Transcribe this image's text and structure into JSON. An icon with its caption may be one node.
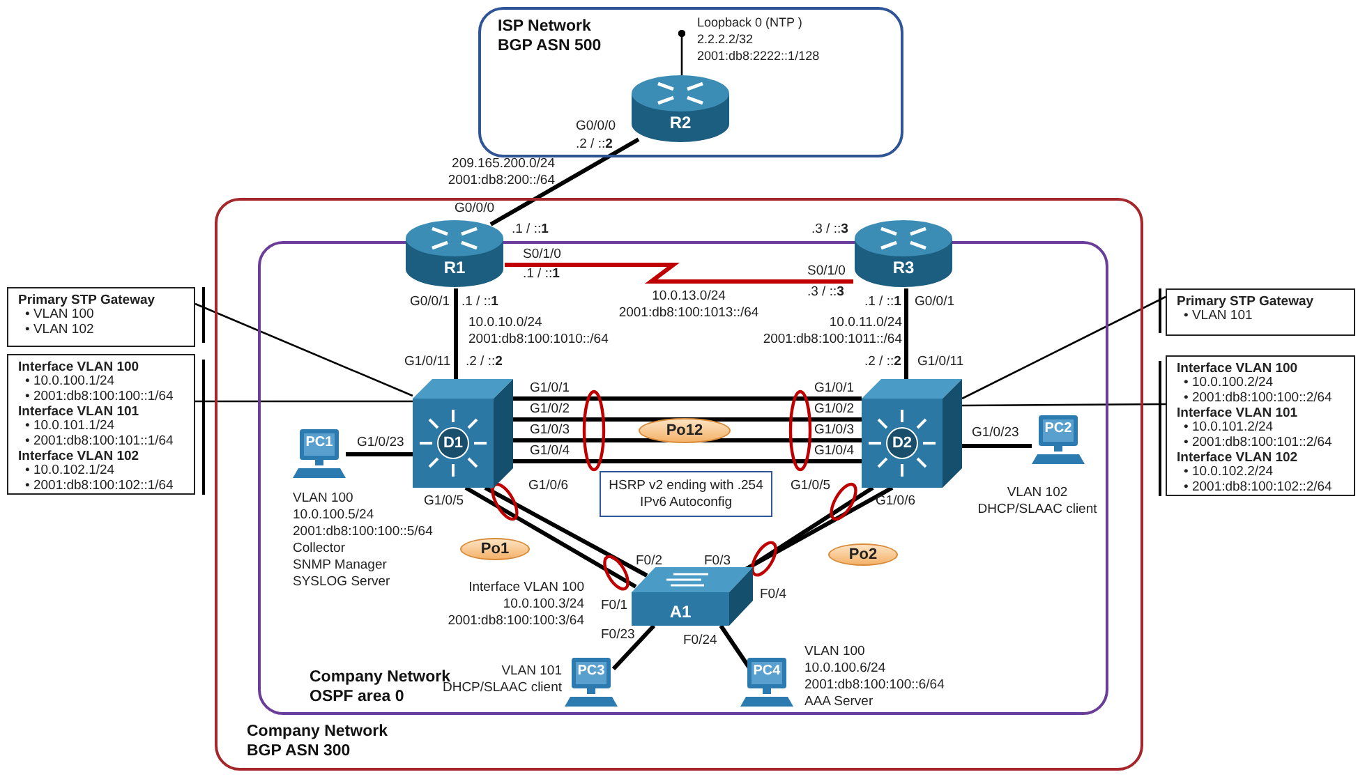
{
  "diagram": {
    "nodes": [
      {
        "text": [
          "ISP Network BGP ASN 500"
        ]
      },
      {
        "text": [
          "R2"
        ],
        "in": 0
      },
      {
        "text": [
          "Loopback 0 (NTP )",
          "2.2.2.2/32",
          "2001:db8:2222::1/128"
        ],
        "in": 0
      },
      {
        "text": [
          "Company Network BGP ASN 300"
        ]
      },
      {
        "text": [
          "Company Network OSPF area 0"
        ],
        "in": 3
      },
      {
        "text": [
          "R1"
        ],
        "in": 4
      },
      {
        "text": [
          "R3"
        ],
        "in": 4
      },
      {
        "text": [
          "D1"
        ],
        "in": 4
      },
      {
        "text": [
          "D2"
        ],
        "in": 4
      },
      {
        "text": [
          "PC1"
        ],
        "in": 4,
        "beside": [
          "VLAN 100",
          "10.0.100.5/24",
          "2001:db8:100:100::5/64",
          "Collector",
          "SNMP Manager",
          "SYSLOG Server"
        ]
      },
      {
        "text": [
          "PC2"
        ],
        "in": 4,
        "beside": [
          "VLAN 102",
          "DHCP/SLAAC client"
        ]
      },
      {
        "text": [
          "Po12"
        ],
        "in": 4
      },
      {
        "text": [
          "HSRP v2 ending with .254",
          "IPv6 Autoconfig"
        ],
        "in": 4
      },
      {
        "text": [
          "Po1"
        ],
        "in": 4
      },
      {
        "text": [
          "Po2"
        ],
        "in": 4
      },
      {
        "text": [
          "A1"
        ],
        "in": 4,
        "beside": [
          "Interface VLAN 100",
          "10.0.100.3/24",
          "2001:db8:100:100:3/64"
        ]
      },
      {
        "text": [
          "PC3"
        ],
        "in": 4,
        "beside": [
          "VLAN 101",
          "DHCP/SLAAC client"
        ]
      },
      {
        "text": [
          "PC4"
        ],
        "in": 4,
        "beside": [
          "VLAN 100",
          "10.0.100.6/24",
          "2001:db8:100:100::6/64",
          "AAA Server"
        ]
      },
      {
        "text": [
          "Primary STP Gateway",
          "• VLAN 100",
          "• VLAN 102"
        ]
      },
      {
        "text": [
          "Interface VLAN 100",
          "• 10.0.100.1/24",
          "• 2001:db8:100:100::1/64",
          "Interface VLAN 101",
          "• 10.0.101.1/24",
          "• 2001:db8:100:101::1/64",
          "Interface VLAN 102",
          "• 10.0.102.1/24",
          "• 2001:db8:100:102::1/64"
        ]
      },
      {
        "text": [
          "Primary STP Gateway",
          "• VLAN 101"
        ]
      },
      {
        "text": [
          "Interface VLAN 100",
          "• 10.0.100.2/24",
          "• 2001:db8:100:100::2/64",
          "Interface VLAN 101",
          "• 10.0.101.2/24",
          "• 2001:db8:100:101::2/64",
          "Interface VLAN 102",
          "• 10.0.102.2/24",
          "• 2001:db8:100:102::2/64"
        ]
      }
    ],
    "edges": [
      {
        "from": 1,
        "to": 5,
        "arrow": "none",
        "label": "209.165.200.0/24 2001:db8:200::/64"
      },
      {
        "from": 5,
        "to": 6,
        "arrow": "none",
        "color": "#c00000",
        "label": "10.0.13.0/24 2001:db8:100:1013::/64"
      },
      {
        "from": 5,
        "to": 7,
        "arrow": "none",
        "label": "10.0.10.0/24 2001:db8:100:1010::/64"
      },
      {
        "from": 6,
        "to": 8,
        "arrow": "none",
        "label": "10.0.11.0/24 2001:db8:100:1011::/64"
      },
      {
        "from": 7,
        "to": 8,
        "arrow": "none"
      },
      {
        "from": 7,
        "to": 8,
        "arrow": "none"
      },
      {
        "from": 7,
        "to": 8,
        "arrow": "none"
      },
      {
        "from": 7,
        "to": 8,
        "arrow": "none"
      },
      {
        "from": 7,
        "to": 15,
        "arrow": "none"
      },
      {
        "from": 7,
        "to": 15,
        "arrow": "none"
      },
      {
        "from": 8,
        "to": 15,
        "arrow": "none"
      },
      {
        "from": 8,
        "to": 15,
        "arrow": "none"
      },
      {
        "from": 7,
        "to": 9,
        "arrow": "none"
      },
      {
        "from": 8,
        "to": 10,
        "arrow": "none"
      },
      {
        "from": 15,
        "to": 16,
        "arrow": "none"
      },
      {
        "from": 15,
        "to": 17,
        "arrow": "none"
      },
      {
        "from": 1,
        "to": 2,
        "arrow": "other"
      },
      {
        "from": 18,
        "to": 7,
        "arrow": "none"
      },
      {
        "from": 19,
        "to": 7,
        "arrow": "none"
      },
      {
        "from": 20,
        "to": 8,
        "arrow": "none"
      },
      {
        "from": 21,
        "to": 8,
        "arrow": "none"
      }
    ],
    "labels": [
      "G0/0/0",
      ".2 / ::**2**",
      "G0/0/0",
      ".1 / ::**1**",
      ".3 / ::**3**",
      "S0/1/0",
      ".1 / ::**1**",
      "S0/1/0",
      ".3 / ::**3**",
      "G0/0/1",
      ".1 / ::**1**",
      ".1 / ::**1**",
      "G0/0/1",
      "G1/0/11",
      ".2 / ::**2**",
      ".2 / ::**2**",
      "G1/0/11",
      "G1/0/1",
      "G1/0/2",
      "G1/0/3",
      "G1/0/4",
      "G1/0/1",
      "G1/0/2",
      "G1/0/3",
      "G1/0/4",
      "G1/0/23",
      "G1/0/23",
      "G1/0/5",
      "G1/0/6",
      "G1/0/5",
      "G1/0/6",
      "F0/2",
      "F0/3",
      "F0/1",
      "F0/4",
      "F0/23",
      "F0/24"
    ]
  }
}
